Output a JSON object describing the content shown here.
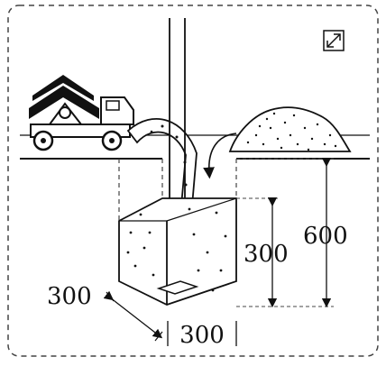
{
  "dimensions": {
    "depth_total": "600",
    "depth_concrete": "300",
    "width_side": "300",
    "width_front": "300"
  },
  "icons": {
    "corner": "expand-diagonal-icon",
    "truck": "concrete-mixer-truck-icon"
  },
  "colors": {
    "ink": "#111111",
    "paper": "#ffffff",
    "dash": "#444444"
  }
}
